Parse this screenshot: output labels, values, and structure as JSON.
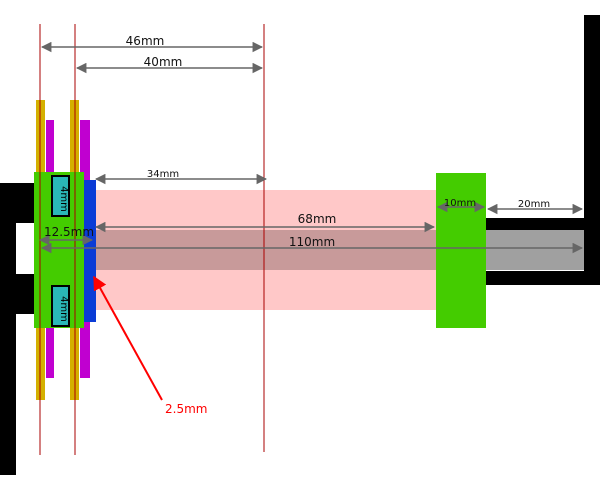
{
  "colors": {
    "frame": "#000000",
    "gold": "#d4b000",
    "magenta": "#c000d0",
    "green": "#44cc00",
    "blue": "#0a3cd6",
    "pink_band": "#ffc8c8",
    "shaft_dark": "#c89a9a",
    "shaft_grey": "#a0a0a0",
    "cyan": "#2ab8b8",
    "guide_line": "#aa0000",
    "dim_arrow": "#666666",
    "callout": "#ff0000"
  },
  "labels": {
    "dim_46": "46mm",
    "dim_40": "40mm",
    "dim_34": "34mm",
    "dim_68": "68mm",
    "dim_10": "10mm",
    "dim_20": "20mm",
    "dim_12_5": "12.5mm",
    "dim_110": "110mm",
    "spacer_top": "4mm",
    "spacer_bottom": "4mm",
    "callout_2_5": "2.5mm"
  }
}
